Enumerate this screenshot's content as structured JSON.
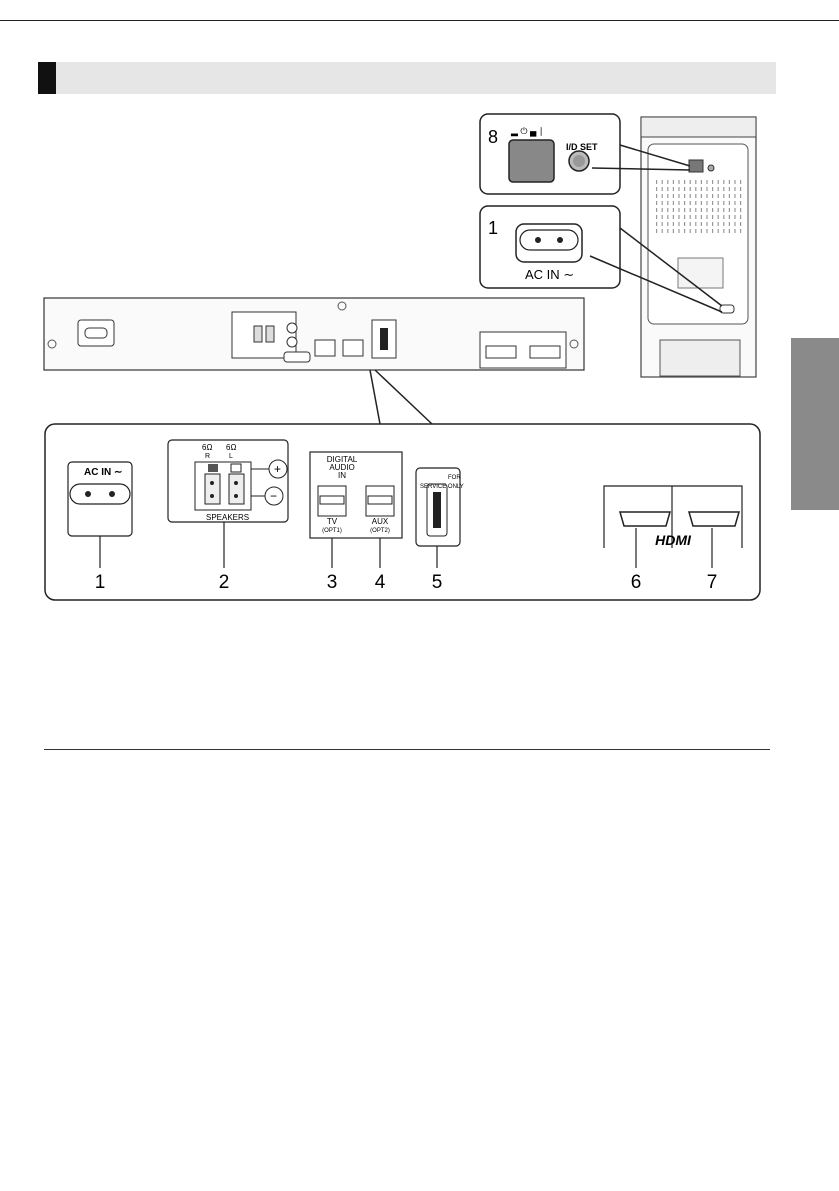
{
  "section": {
    "title": ""
  },
  "side_tab": {
    "label": ""
  },
  "subwoofer": {
    "callout_8": {
      "number": "8",
      "button_label": "I/D SET",
      "power_icons": "▂ ⏻ ▄ ∣"
    },
    "callout_1": {
      "number": "1",
      "label": "AC IN ∼"
    }
  },
  "main_unit": {
    "ac_in": "AC IN ∼",
    "speakers": {
      "label": "SPEAKERS",
      "ohm_left": "6Ω",
      "ohm_left_ch": "R",
      "ohm_right": "6Ω",
      "ohm_right_ch": "L",
      "plus": "+",
      "minus": "−"
    },
    "digital_audio": {
      "title_line1": "DIGITAL",
      "title_line2": "AUDIO",
      "title_line3": "IN",
      "tv": "TV",
      "tv_sub": "(OPT1)",
      "aux": "AUX",
      "aux_sub": "(OPT2)"
    },
    "usb": {
      "line1": "FOR",
      "line2": "SERVICE ONLY"
    },
    "hdmi": {
      "label": "HDMI"
    }
  },
  "callout_numbers": [
    "1",
    "2",
    "3",
    "4",
    "5",
    "6",
    "7"
  ]
}
